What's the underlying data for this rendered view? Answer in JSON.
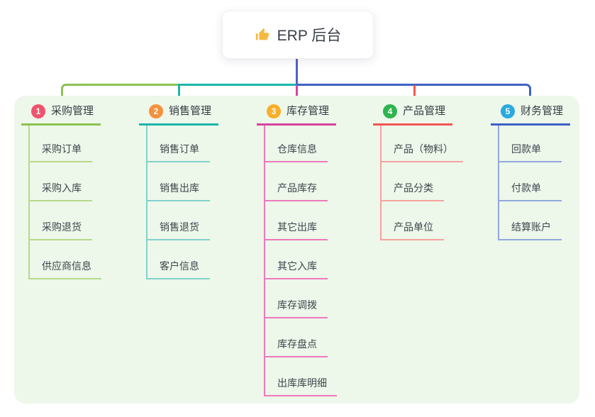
{
  "root": {
    "icon": "thumbs-up-icon",
    "icon_color": "#f5b940",
    "label": "ERP 后台",
    "line_color": "#5560c4"
  },
  "canvas": {
    "background": "#ffffff",
    "panel_background": "#edf7ea"
  },
  "branches": [
    {
      "num": "1",
      "label": "采购管理",
      "badge_color": "#f0536e",
      "line_color": "#8cc152",
      "light_color": "#b7d98b",
      "children": [
        "采购订单",
        "采购入库",
        "采购退货",
        "供应商信息"
      ]
    },
    {
      "num": "2",
      "label": "销售管理",
      "badge_color": "#f6903d",
      "line_color": "#1cb5ab",
      "light_color": "#82d2ca",
      "children": [
        "销售订单",
        "销售出库",
        "销售退货",
        "客户信息"
      ]
    },
    {
      "num": "3",
      "label": "库存管理",
      "badge_color": "#f9ae29",
      "line_color": "#d6459e",
      "light_color": "#ee79bd",
      "children": [
        "仓库信息",
        "产品库存",
        "其它出库",
        "其它入库",
        "库存调拨",
        "库存盘点",
        "出库库明细"
      ]
    },
    {
      "num": "4",
      "label": "产品管理",
      "badge_color": "#2fb44f",
      "line_color": "#f15752",
      "light_color": "#f6a29c",
      "children": [
        "产品（物料）",
        "产品分类",
        "产品单位"
      ]
    },
    {
      "num": "5",
      "label": "财务管理",
      "badge_color": "#2ba9df",
      "line_color": "#3e62c6",
      "light_color": "#93a7de",
      "children": [
        "回款单",
        "付款单",
        "结算账户"
      ]
    }
  ]
}
